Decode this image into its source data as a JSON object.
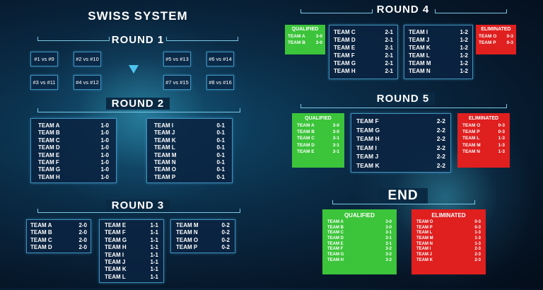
{
  "title": "SWISS SYSTEM",
  "round1": {
    "title": "ROUND 1",
    "matches_left": [
      "#1 vs #9",
      "#2 vs #10",
      "#3 vs #11",
      "#4 vs #12"
    ],
    "matches_right": [
      "#5 vs #13",
      "#6 vs #14",
      "#7 vs #15",
      "#8 vs #16"
    ]
  },
  "round2": {
    "title": "ROUND 2",
    "left": [
      {
        "team": "TEAM A",
        "score": "1-0"
      },
      {
        "team": "TEAM B",
        "score": "1-0"
      },
      {
        "team": "TEAM C",
        "score": "1-0"
      },
      {
        "team": "TEAM D",
        "score": "1-0"
      },
      {
        "team": "TEAM E",
        "score": "1-0"
      },
      {
        "team": "TEAM F",
        "score": "1-0"
      },
      {
        "team": "TEAM G",
        "score": "1-0"
      },
      {
        "team": "TEAM H",
        "score": "1-0"
      }
    ],
    "right": [
      {
        "team": "TEAM I",
        "score": "0-1"
      },
      {
        "team": "TEAM J",
        "score": "0-1"
      },
      {
        "team": "TEAM K",
        "score": "0-1"
      },
      {
        "team": "TEAM L",
        "score": "0-1"
      },
      {
        "team": "TEAM M",
        "score": "0-1"
      },
      {
        "team": "TEAM N",
        "score": "0-1"
      },
      {
        "team": "TEAM O",
        "score": "0-1"
      },
      {
        "team": "TEAM P",
        "score": "0-1"
      }
    ]
  },
  "round3": {
    "title": "ROUND 3",
    "left": [
      {
        "team": "TEAM A",
        "score": "2-0"
      },
      {
        "team": "TEAM B",
        "score": "2-0"
      },
      {
        "team": "TEAM C",
        "score": "2-0"
      },
      {
        "team": "TEAM D",
        "score": "2-0"
      }
    ],
    "middle": [
      {
        "team": "TEAM E",
        "score": "1-1"
      },
      {
        "team": "TEAM F",
        "score": "1-1"
      },
      {
        "team": "TEAM G",
        "score": "1-1"
      },
      {
        "team": "TEAM H",
        "score": "1-1"
      },
      {
        "team": "TEAM I",
        "score": "1-1"
      },
      {
        "team": "TEAM J",
        "score": "1-1"
      },
      {
        "team": "TEAM K",
        "score": "1-1"
      },
      {
        "team": "TEAM L",
        "score": "1-1"
      }
    ],
    "right": [
      {
        "team": "TEAM M",
        "score": "0-2"
      },
      {
        "team": "TEAM N",
        "score": "0-2"
      },
      {
        "team": "TEAM O",
        "score": "0-2"
      },
      {
        "team": "TEAM P",
        "score": "0-2"
      }
    ]
  },
  "round4": {
    "title": "ROUND 4",
    "qualified_label": "QUALIFIED",
    "qualified": [
      {
        "team": "TEAM A",
        "score": "3-0"
      },
      {
        "team": "TEAM B",
        "score": "3-0"
      }
    ],
    "left": [
      {
        "team": "TEAM C",
        "score": "2-1"
      },
      {
        "team": "TEAM D",
        "score": "2-1"
      },
      {
        "team": "TEAM E",
        "score": "2-1"
      },
      {
        "team": "TEAM F",
        "score": "2-1"
      },
      {
        "team": "TEAM G",
        "score": "2-1"
      },
      {
        "team": "TEAM H",
        "score": "2-1"
      }
    ],
    "right": [
      {
        "team": "TEAM I",
        "score": "1-2"
      },
      {
        "team": "TEAM J",
        "score": "1-2"
      },
      {
        "team": "TEAM K",
        "score": "1-2"
      },
      {
        "team": "TEAM L",
        "score": "1-2"
      },
      {
        "team": "TEAM M",
        "score": "1-2"
      },
      {
        "team": "TEAM N",
        "score": "1-2"
      }
    ],
    "eliminated_label": "ELIMINATED",
    "eliminated": [
      {
        "team": "TEAM O",
        "score": "0-3"
      },
      {
        "team": "TEAM P",
        "score": "0-3"
      }
    ]
  },
  "round5": {
    "title": "ROUND 5",
    "qualified_label": "QUALIFIED",
    "qualified": [
      {
        "team": "TEAM A",
        "score": "3-0"
      },
      {
        "team": "TEAM B",
        "score": "3-0"
      },
      {
        "team": "TEAM C",
        "score": "3-1"
      },
      {
        "team": "TEAM D",
        "score": "3-1"
      },
      {
        "team": "TEAM E",
        "score": "3-1"
      }
    ],
    "middle": [
      {
        "team": "TEAM F",
        "score": "2-2"
      },
      {
        "team": "TEAM G",
        "score": "2-2"
      },
      {
        "team": "TEAM H",
        "score": "2-2"
      },
      {
        "team": "TEAM I",
        "score": "2-2"
      },
      {
        "team": "TEAM J",
        "score": "2-2"
      },
      {
        "team": "TEAM K",
        "score": "2-2"
      }
    ],
    "eliminated_label": "ELIMINATED",
    "eliminated": [
      {
        "team": "TEAM O",
        "score": "0-3"
      },
      {
        "team": "TEAM P",
        "score": "0-3"
      },
      {
        "team": "TEAM L",
        "score": "1-3"
      },
      {
        "team": "TEAM M",
        "score": "1-3"
      },
      {
        "team": "TEAM N",
        "score": "1-3"
      }
    ]
  },
  "end": {
    "title": "END",
    "qualified_label": "QUALIFIED",
    "qualified": [
      {
        "team": "TEAM A",
        "score": "3-0"
      },
      {
        "team": "TEAM B",
        "score": "3-0"
      },
      {
        "team": "TEAM C",
        "score": "3-1"
      },
      {
        "team": "TEAM D",
        "score": "3-1"
      },
      {
        "team": "TEAM E",
        "score": "3-1"
      },
      {
        "team": "TEAM F",
        "score": "3-2"
      },
      {
        "team": "TEAM G",
        "score": "3-2"
      },
      {
        "team": "TEAM H",
        "score": "3-2"
      }
    ],
    "eliminated_label": "ELIMINATED",
    "eliminated": [
      {
        "team": "TEAM O",
        "score": "0-3"
      },
      {
        "team": "TEAM P",
        "score": "0-3"
      },
      {
        "team": "TEAM L",
        "score": "1-3"
      },
      {
        "team": "TEAM M",
        "score": "1-3"
      },
      {
        "team": "TEAM N",
        "score": "1-3"
      },
      {
        "team": "TEAM I",
        "score": "2-3"
      },
      {
        "team": "TEAM J",
        "score": "2-3"
      },
      {
        "team": "TEAM K",
        "score": "2-3"
      }
    ]
  },
  "colors": {
    "qualified": "#3cc43a",
    "eliminated": "#e01f1f",
    "panel_border": "#3f93c0",
    "connector": "#7cc8e4"
  }
}
